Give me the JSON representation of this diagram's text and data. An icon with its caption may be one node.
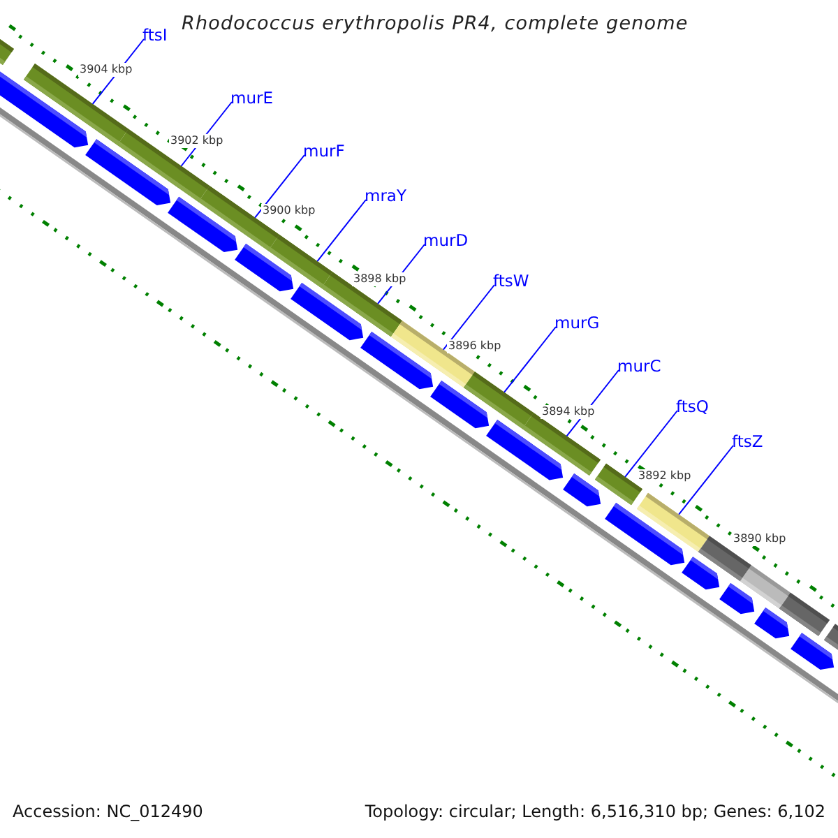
{
  "diagram": {
    "title": "Rhodococcus erythropolis PR4, complete genome",
    "nodes": [
      {
        "text": [
          "ftsI"
        ]
      },
      {
        "text": [
          "murE"
        ]
      },
      {
        "text": [
          "murF"
        ]
      },
      {
        "text": [
          "mraY"
        ]
      },
      {
        "text": [
          "murD"
        ]
      },
      {
        "text": [
          "ftsW"
        ]
      },
      {
        "text": [
          "murG"
        ]
      },
      {
        "text": [
          "murC"
        ]
      },
      {
        "text": [
          "ftsQ"
        ]
      },
      {
        "text": [
          "ftsZ"
        ]
      },
      {
        "text": [],
        "shape": "bar"
      },
      {
        "text": [],
        "shape": "bar"
      },
      {
        "text": [],
        "shape": "bar"
      },
      {
        "text": [],
        "shape": "bar"
      },
      {
        "text": [],
        "shape": "bar"
      },
      {
        "text": [],
        "shape": "bar"
      },
      {
        "text": [],
        "shape": "bar"
      },
      {
        "text": [],
        "shape": "bar"
      },
      {
        "text": [],
        "shape": "bar"
      },
      {
        "text": [],
        "shape": "bar"
      },
      {
        "text": [],
        "shape": "bar"
      },
      {
        "text": [],
        "shape": "bar"
      },
      {
        "text": [],
        "shape": "bar"
      },
      {
        "text": [],
        "shape": "bar"
      },
      {
        "text": [],
        "shape": "bar"
      }
    ],
    "edges": [
      {
        "from": 0,
        "to": 11,
        "arrow": "none"
      },
      {
        "from": 1,
        "to": 12,
        "arrow": "none"
      },
      {
        "from": 2,
        "to": 13,
        "arrow": "none"
      },
      {
        "from": 3,
        "to": 14,
        "arrow": "none"
      },
      {
        "from": 4,
        "to": 15,
        "arrow": "none"
      },
      {
        "from": 5,
        "to": 16,
        "arrow": "none"
      },
      {
        "from": 6,
        "to": 17,
        "arrow": "none"
      },
      {
        "from": 7,
        "to": 18,
        "arrow": "none"
      },
      {
        "from": 8,
        "to": 19,
        "arrow": "none"
      },
      {
        "from": 9,
        "to": 20,
        "arrow": "none"
      }
    ],
    "labels": [
      "3904 kbp",
      "3902 kbp",
      "3900 kbp",
      "3898 kbp",
      "3896 kbp",
      "3894 kbp",
      "3892 kbp",
      "3890 kbp",
      "Accession: NC_012490",
      "Topology: circular; Length: 6,516,310 bp; Genes: 6,102"
    ]
  }
}
